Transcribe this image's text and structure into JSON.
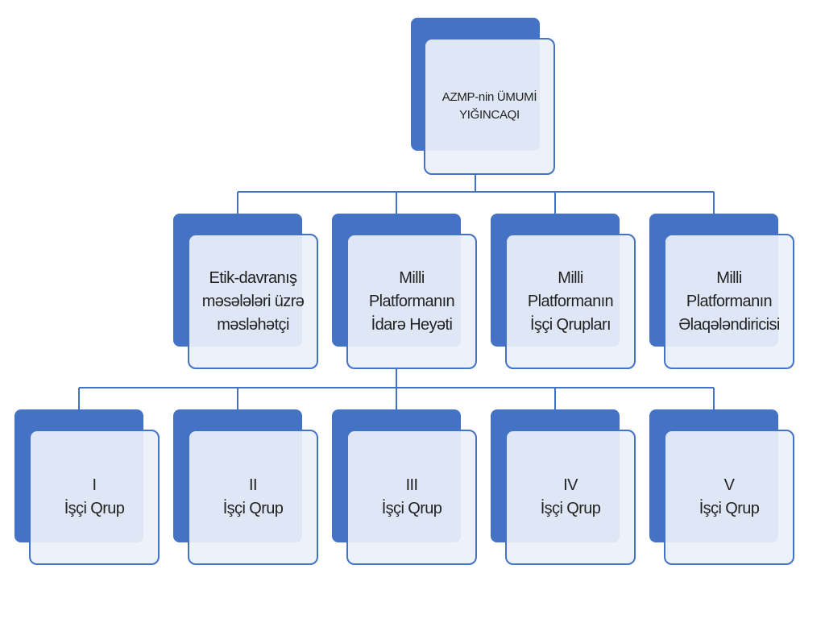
{
  "colors": {
    "accent": "#4472C4",
    "box_fill": "#EBF0FA",
    "text": "#222222",
    "background": "#FFFFFF"
  },
  "root": {
    "label": "AZMP-nin ÜMUMİ\nYIĞINCAQI"
  },
  "level2": [
    {
      "label": "Etik-davranış\nməsələləri üzrə\nməsləhətçi"
    },
    {
      "label": "Milli\nPlatformanın\nİdarə Heyəti"
    },
    {
      "label": "Milli\nPlatformanın\nİşçi Qrupları"
    },
    {
      "label": "Milli\nPlatformanın\nƏlaqələndiricisi"
    }
  ],
  "level3": [
    {
      "label": "I\nİşçi Qrup"
    },
    {
      "label": "II\nİşçi Qrup"
    },
    {
      "label": "III\nİşçi Qrup"
    },
    {
      "label": "IV\nİşçi Qrup"
    },
    {
      "label": "V\nİşçi Qrup"
    }
  ]
}
